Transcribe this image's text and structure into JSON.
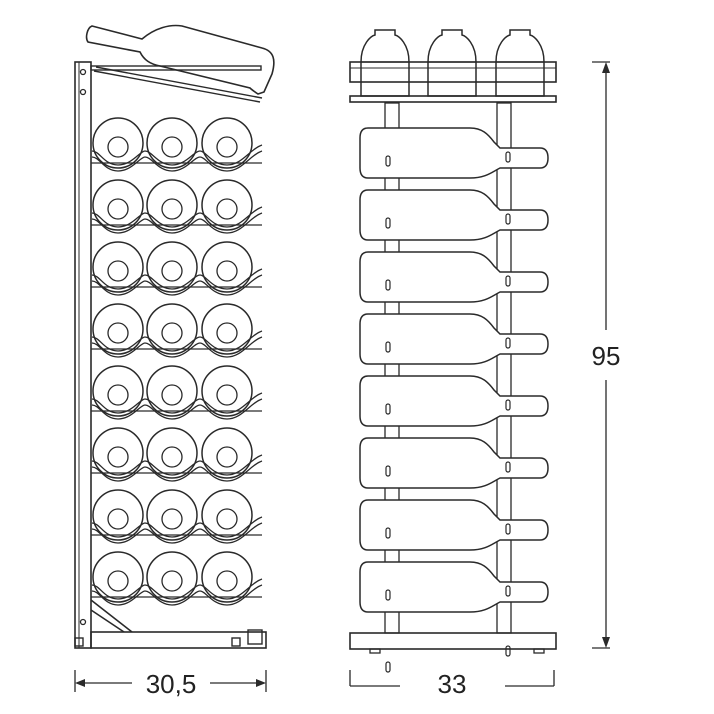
{
  "drawing": {
    "views": [
      "side-view",
      "front-view"
    ],
    "dimensions": {
      "depth": "30,5",
      "width": "33",
      "height": "95"
    },
    "side_view": {
      "rows": 8,
      "bottles_per_row": 3
    },
    "front_view": {
      "slots": 8,
      "top_bottles": 3
    },
    "colors": {
      "line": "#2a2a2a",
      "bottle_fill": "#ffffff",
      "background": "#ffffff"
    }
  }
}
